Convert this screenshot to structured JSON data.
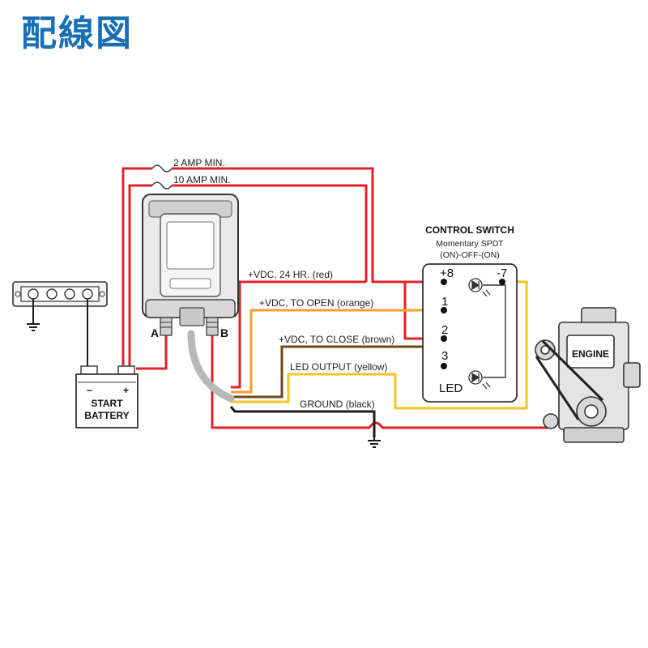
{
  "title": "配線図",
  "fuses": {
    "fuse_top": "2 AMP MIN.",
    "fuse_bottom": "10 AMP MIN."
  },
  "relay": {
    "terminal_a": "A",
    "terminal_b": "B"
  },
  "battery": {
    "line1": "START",
    "line2": "BATTERY",
    "minus": "−",
    "plus": "+"
  },
  "engine": {
    "label": "ENGINE"
  },
  "control_switch": {
    "title": "CONTROL SWITCH",
    "subtitle": "Momentary SPDT",
    "mode": "(ON)-OFF-(ON)",
    "pins": {
      "p8": "+8",
      "p7": "-7",
      "p1": "1",
      "p2": "2",
      "p3": "3",
      "led": "LED"
    }
  },
  "wires": {
    "red": "+VDC, 24 HR. (red)",
    "orange": "+VDC, TO OPEN (orange)",
    "brown": "+VDC, TO CLOSE (brown)",
    "yellow": "LED OUTPUT (yellow)",
    "black": "GROUND (black)"
  },
  "colors": {
    "title": "#1a6fb4",
    "red": "#e02228",
    "orange": "#f0a030",
    "brown": "#6e4a14",
    "yellow": "#f2c42c",
    "black": "#1a1a1a"
  }
}
